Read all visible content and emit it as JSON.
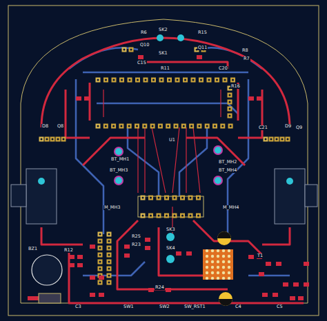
{
  "diagram": {
    "labels": [
      "R6",
      "SK2",
      "R15",
      "Q10",
      "Q11",
      "SK1",
      "C15",
      "R11",
      "R8",
      "C20",
      "R7",
      "R16",
      "D8",
      "Q8",
      "D9",
      "Q9",
      "C21",
      "U1",
      "BT_MH1",
      "BT_MH3",
      "BT_MH2",
      "BT_MH4",
      "M_MH3",
      "M_MH4",
      "BZ1",
      "R25",
      "R23",
      "SK3",
      "SK4",
      "R24",
      "T1",
      "R12",
      "SW1",
      "SW2",
      "SW_RST1",
      "C3",
      "C4",
      "C5"
    ]
  }
}
